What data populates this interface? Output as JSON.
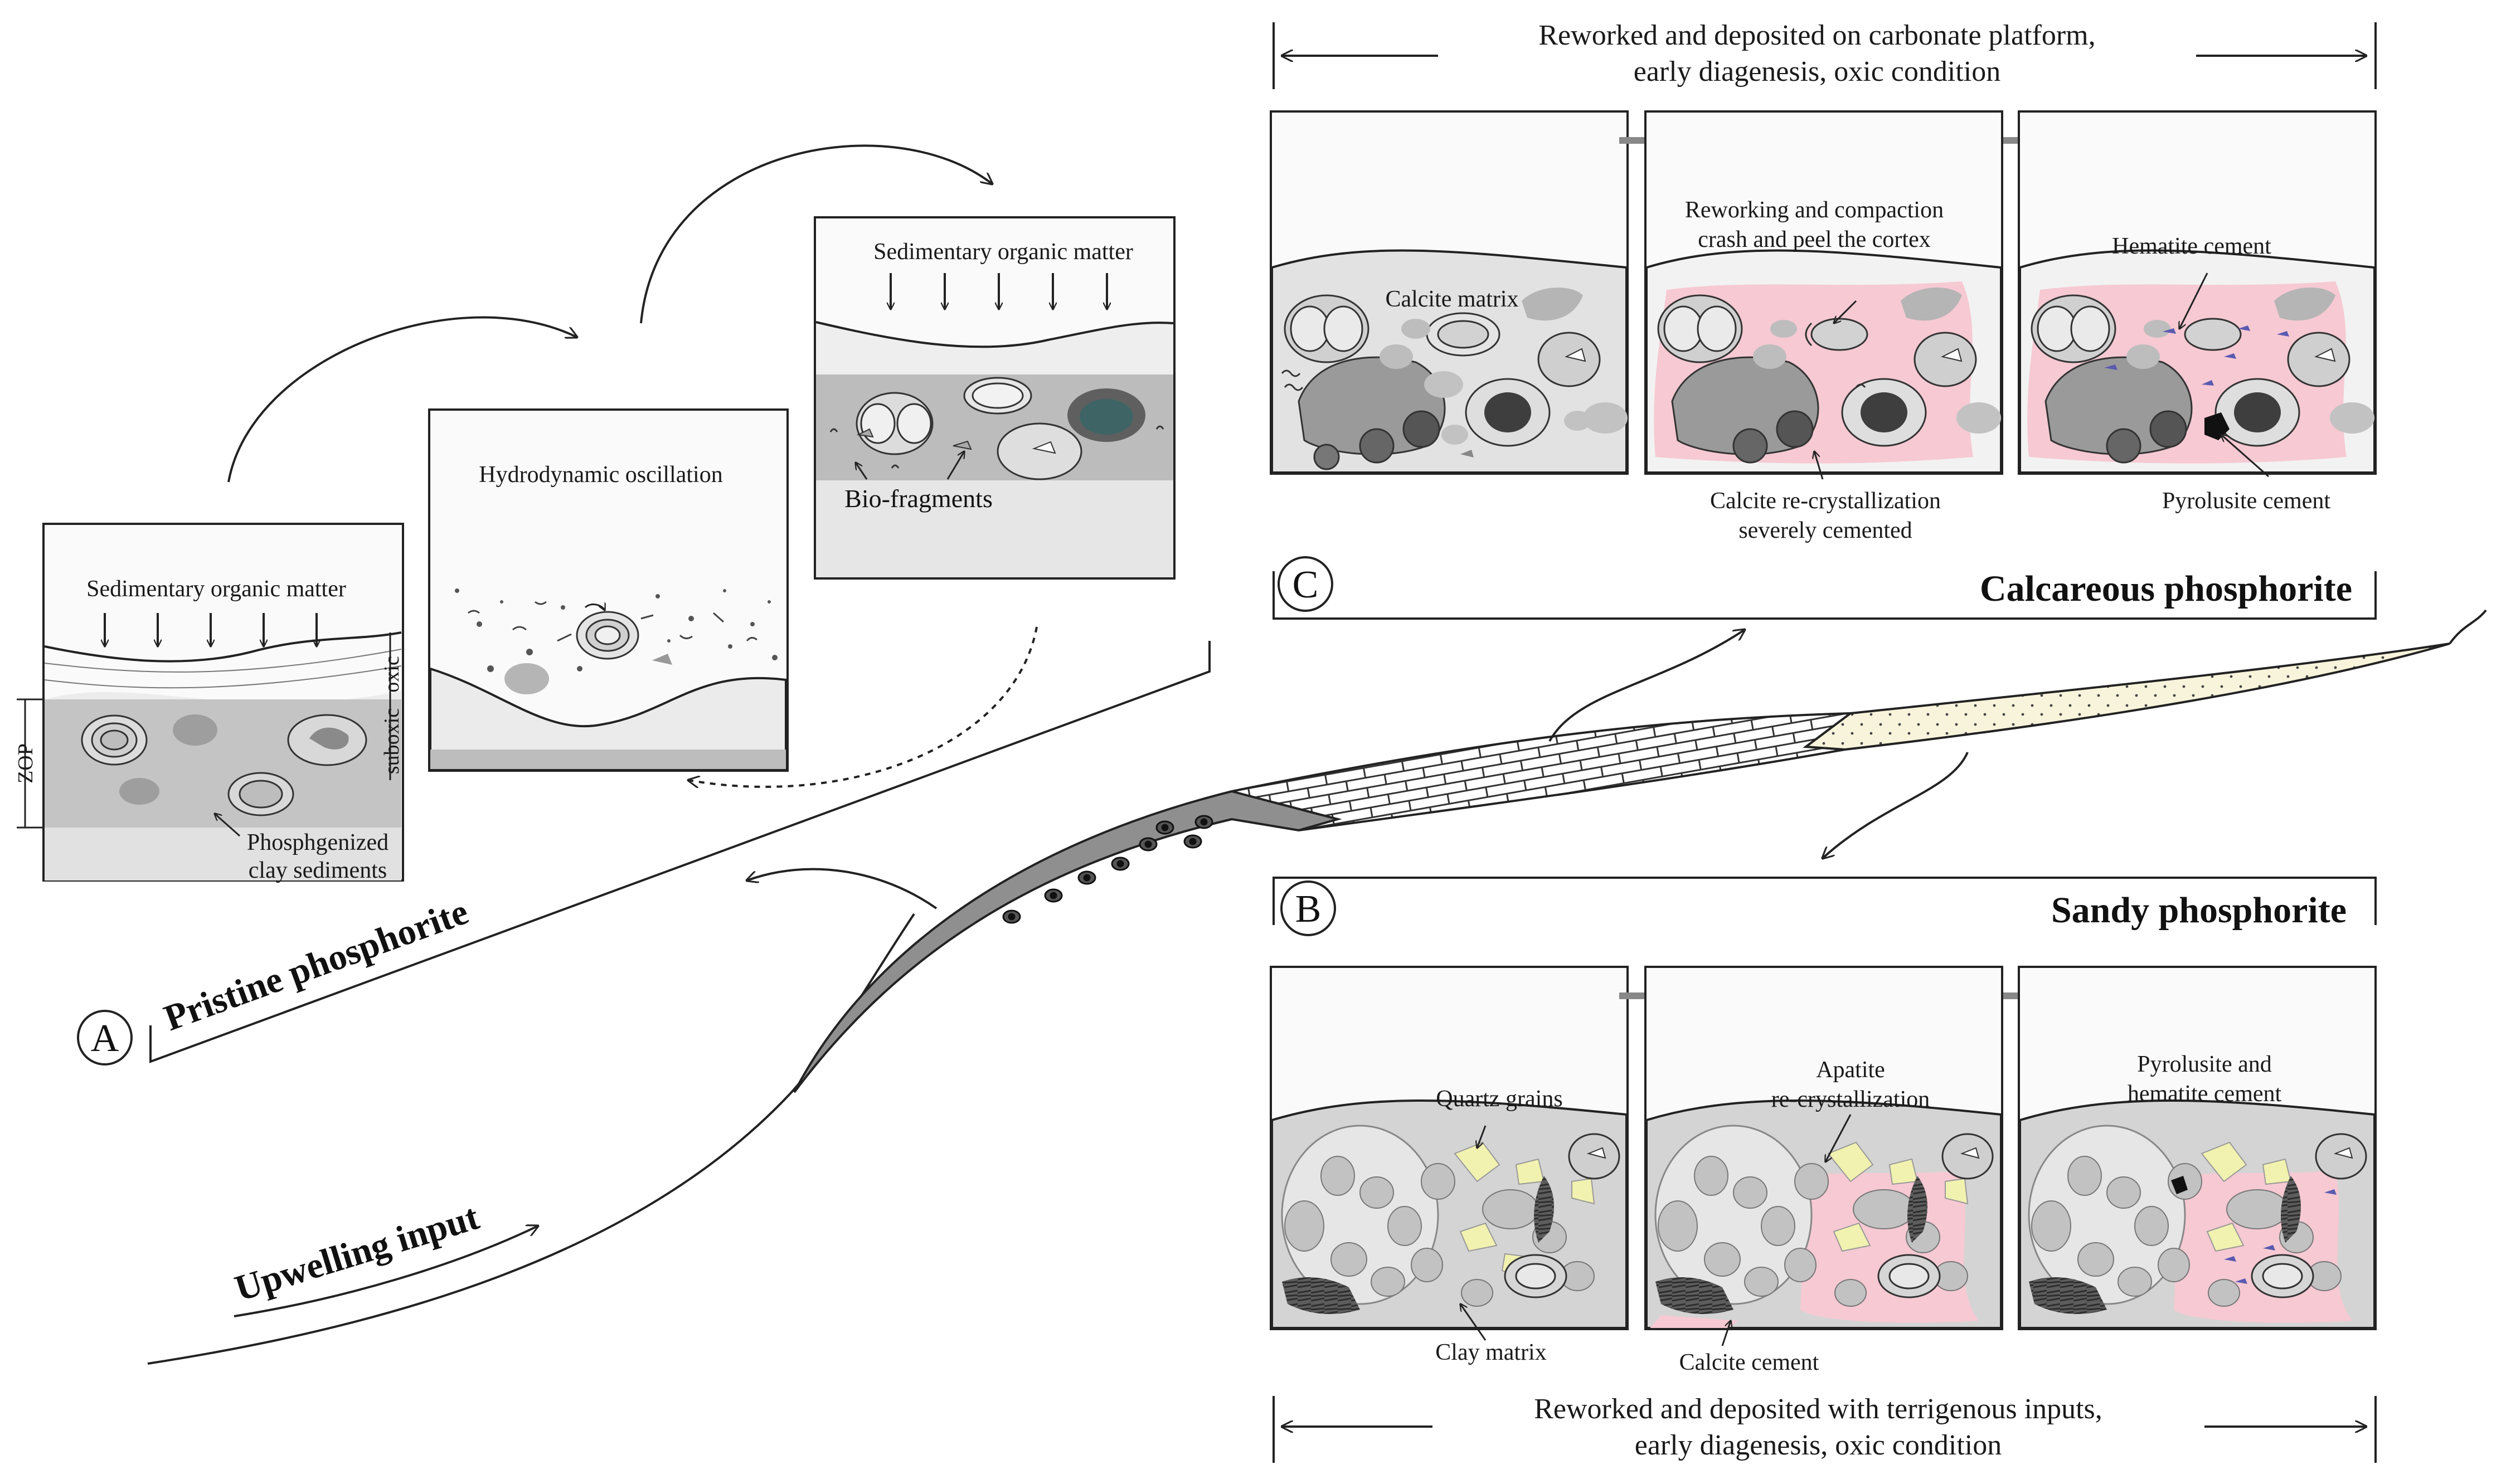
{
  "panel_a": {
    "letter": "A",
    "title": "Pristine phosphorite",
    "upwelling": "Upwelling input",
    "box1": {
      "organic": "Sedimentary organic matter",
      "zop": "ZOP",
      "oxic": "oxic",
      "suboxic": "suboxic",
      "label_line1": "Phosphgenized",
      "label_line2": "clay sediments"
    },
    "box2": {
      "title": "Hydrodynamic oscillation"
    },
    "box3": {
      "organic": "Sedimentary organic matter",
      "bio": "Bio-fragments"
    }
  },
  "panel_c": {
    "letter": "C",
    "title": "Calcareous phosphorite",
    "header_line1": "Reworked and deposited on carbonate platform,",
    "header_line2": "early diagenesis, oxic condition",
    "box1_label": "Calcite matrix",
    "box2_label_line1": "Reworking and compaction",
    "box2_label_line2": "crash and peel the cortex",
    "box2_bottom_line1": "Calcite re-crystallization",
    "box2_bottom_line2": "severely cemented",
    "box3_label": "Hematite cement",
    "box3_bottom": "Pyrolusite cement"
  },
  "panel_b": {
    "letter": "B",
    "title": "Sandy phosphorite",
    "box1_label": "Quartz grains",
    "box1_bottom": "Clay matrix",
    "box2_label_line1": "Apatite",
    "box2_label_line2": "re-crystallization",
    "box2_bottom": "Calcite cement",
    "box3_label_line1": "Pyrolusite and",
    "box3_label_line2": "hematite cement",
    "footer_line1": "Reworked and deposited with terrigenous inputs,",
    "footer_line2": "early diagenesis, oxic condition"
  },
  "colors": {
    "grain_gray": "#c8c8c8",
    "sediment_gray": "#bdbdbd",
    "light_gray": "#e6e6e6",
    "pink_cement": "#f6c9d3",
    "quartz_yellow": "#f2f2b0",
    "sand_fill": "#f7f3d8",
    "wedge_gray": "#8f8f8f"
  }
}
